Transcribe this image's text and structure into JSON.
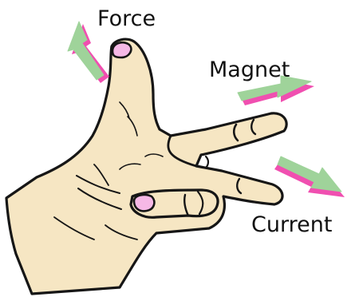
{
  "labels": {
    "force": "Force",
    "magnet": "Magnet",
    "current": "Current"
  },
  "colors": {
    "background": "#ffffff",
    "skin": "#f6e6c3",
    "skin_outline": "#161616",
    "nail": "#f6b8e6",
    "arrow_fill": "#9fd39a",
    "arrow_shadow": "#f04fb0",
    "label_text": "#111111"
  },
  "icons": {
    "force_arrow": "arrow-up-left-icon",
    "magnet_arrow": "arrow-right-icon",
    "current_arrow": "arrow-down-right-icon",
    "hand": "left-hand-illustration"
  }
}
